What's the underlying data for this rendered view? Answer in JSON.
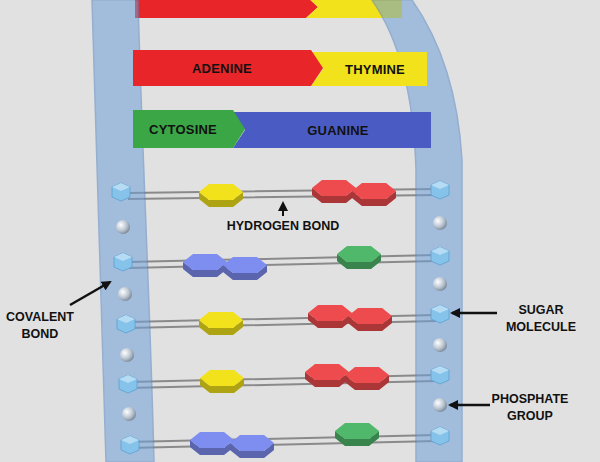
{
  "diagram": {
    "nodes": [
      {
        "text": [
          "ADENINE"
        ]
      },
      {
        "text": [
          "THYMINE"
        ]
      },
      {
        "text": [
          "CYTOSINE"
        ]
      },
      {
        "text": [
          "GUANINE"
        ]
      }
    ],
    "labels": [
      "HYDROGEN BOND",
      "COVALENT BOND",
      "SUGAR MOLECULE",
      "PHOSPHATE GROUP"
    ]
  }
}
